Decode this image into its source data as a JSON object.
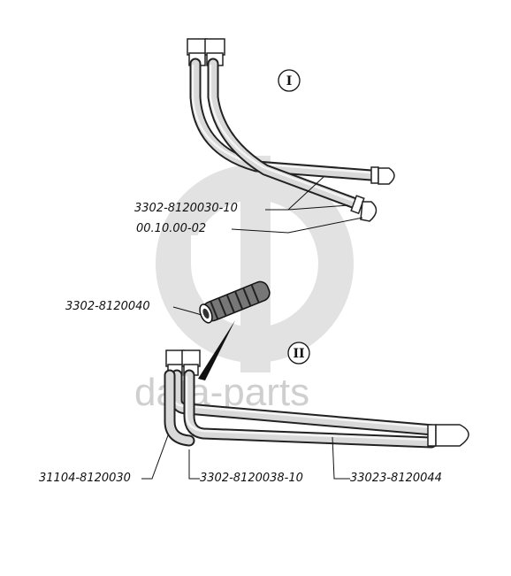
{
  "watermark": {
    "text": "data-parts",
    "logo_color": "#dcdcdc"
  },
  "section_labels": [
    "I",
    "II"
  ],
  "parts": {
    "p1": "3302-8120030-10",
    "p2": "00.10.00-02",
    "p3": "3302-8120040",
    "p4": "31104-8120030",
    "p5": "3302-8120038-10",
    "p6": "33023-8120044"
  },
  "colors": {
    "line": "#111111",
    "tube": "#d9d9d9"
  }
}
